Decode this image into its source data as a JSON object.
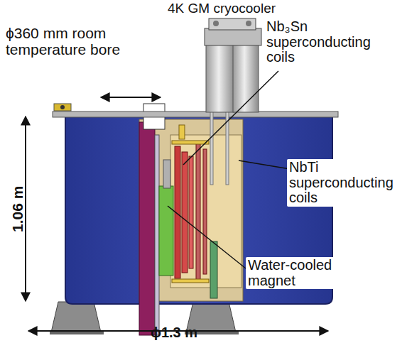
{
  "diagram": {
    "labels": [
      "4K GM cryocooler",
      "ϕ360 mm room temperature bore",
      "Nb₃Sn superconducting coils",
      "NbTi superconducting coils",
      "Water-cooled magnet",
      "1.06 m",
      "ϕ1.3 m"
    ]
  }
}
